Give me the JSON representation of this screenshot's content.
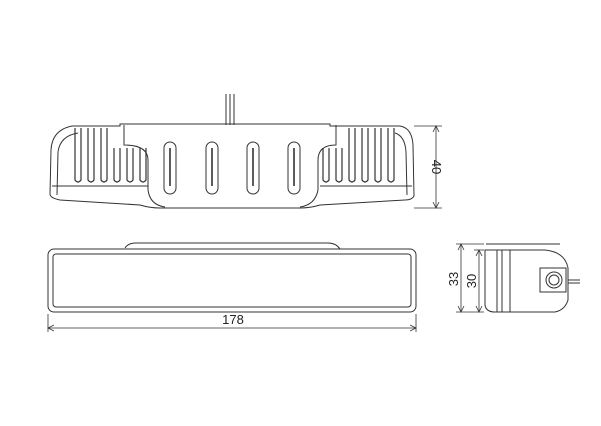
{
  "drawing": {
    "views": [
      {
        "name": "top-view",
        "dimension_label": "40",
        "dimension_axis": "vertical"
      },
      {
        "name": "front-view",
        "dimension_label": "178",
        "dimension_axis": "horizontal"
      },
      {
        "name": "side-view",
        "dimension_labels": [
          "33",
          "30"
        ],
        "dimension_axis": "vertical"
      }
    ],
    "dimensions": {
      "height_top": "40",
      "length": "178",
      "side_outer": "33",
      "side_inner": "30"
    },
    "colors": {
      "line": "#333333",
      "background": "#ffffff"
    }
  }
}
